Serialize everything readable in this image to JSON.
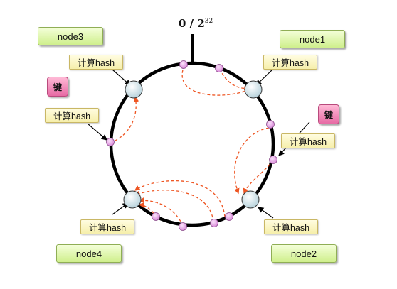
{
  "ring_origin": {
    "zero": "0 / 2",
    "exponent": "32"
  },
  "nodes": [
    {
      "id": "node3",
      "label": "node3"
    },
    {
      "id": "node1",
      "label": "node1"
    },
    {
      "id": "node4",
      "label": "node4"
    },
    {
      "id": "node2",
      "label": "node2"
    }
  ],
  "hash_label": "计算hash",
  "key_label": "键",
  "colors": {
    "ring": "#000000",
    "node_circle": "#cfe3ea",
    "object_dot": "#e8a8e8",
    "arrow": "#ee5522",
    "node_fill": "#cfef8c",
    "hash_fill": "#f6efab",
    "key_fill": "#e76aa4"
  }
}
